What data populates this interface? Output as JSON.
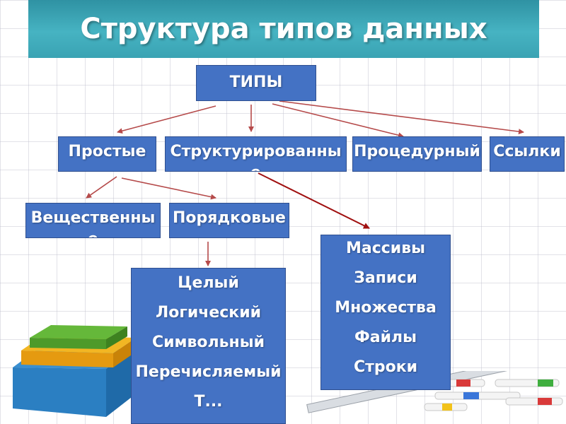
{
  "title": "Структура типов данных",
  "root": {
    "label": "ТИПЫ"
  },
  "level1": [
    {
      "label": "Простые"
    },
    {
      "label": "Структурированные"
    },
    {
      "label": "Процедурный"
    },
    {
      "label": "Ссылки"
    }
  ],
  "level2": [
    {
      "label": "Вещественные"
    },
    {
      "label": "Порядковые"
    }
  ],
  "ordinal_list": [
    "Целый",
    "Логический",
    "Символьный",
    "Перечисляемый",
    "Т..."
  ],
  "structured_list": [
    "Массивы",
    "Записи",
    "Множества",
    "Файлы",
    "Строки"
  ],
  "colors": {
    "title_bg": "#3aa3b3",
    "node_bg": "#4472c4",
    "arrow": "#b54a4a",
    "link_dark": "#a01010"
  }
}
